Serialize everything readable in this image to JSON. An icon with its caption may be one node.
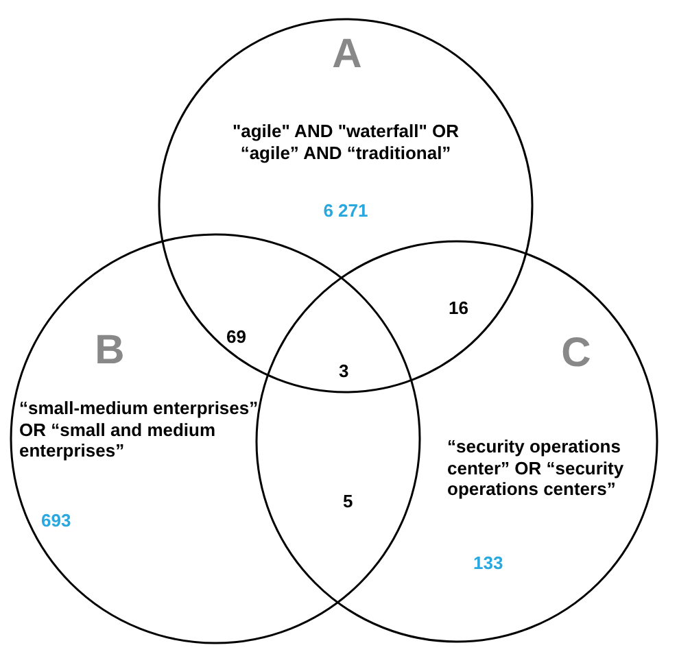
{
  "diagram": {
    "nodes": [
      {
        "text": [
          "A",
          "\"agile\" AND \"waterfall\" OR “agile” AND “traditional”",
          "6 271"
        ]
      },
      {
        "text": [
          "B",
          "“small-medium enterprises” OR “small and medium enterprises”",
          "693"
        ]
      },
      {
        "text": [
          "C",
          "“security operations center” OR “security operations centers”",
          "133"
        ]
      }
    ],
    "edges": [],
    "labels": [
      "69",
      "16",
      "3",
      "5"
    ]
  }
}
